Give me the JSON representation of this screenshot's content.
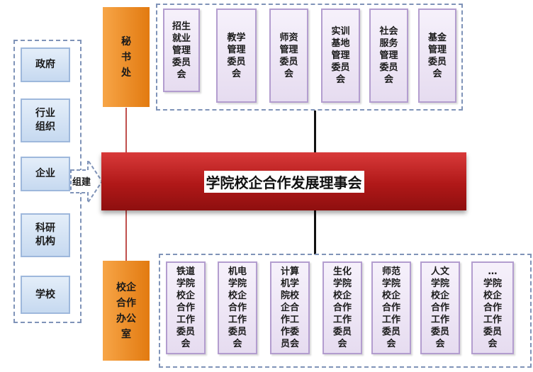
{
  "council": {
    "title": "学院校企合作发展理事会"
  },
  "build_label": "组建",
  "secretariat": {
    "label": "秘\n书\n处"
  },
  "coop_office": {
    "label": "校企\n合作\n办公\n室"
  },
  "parties": [
    {
      "label": "政府"
    },
    {
      "label": "行业\n组织"
    },
    {
      "label": "企业"
    },
    {
      "label": "科研\n机构"
    },
    {
      "label": "学校"
    }
  ],
  "committees": [
    {
      "label": "招生\n就业\n管理\n委员\n会"
    },
    {
      "label": "教学\n管理\n委员\n会"
    },
    {
      "label": "师资\n管理\n委员\n会"
    },
    {
      "label": "实训\n基地\n管理\n委员\n会"
    },
    {
      "label": "社会\n服务\n管理\n委员\n会"
    },
    {
      "label": "基金\n管理\n委员\n会"
    }
  ],
  "work_committees": [
    {
      "label": "铁道\n学院\n校企\n合作\n工作\n委员\n会"
    },
    {
      "label": "机电\n学院\n校企\n合作\n工作\n委员\n会"
    },
    {
      "label": "计算\n机学\n院校\n企合\n作工\n作委\n员会"
    },
    {
      "label": "生化\n学院\n校企\n合作\n工作\n委员\n会"
    },
    {
      "label": "师范\n学院\n校企\n合作\n工作\n委员\n会"
    },
    {
      "label": "人文\n学院\n校企\n合作\n工作\n委员\n会"
    },
    {
      "label": "…\n学院\n校企\n合作\n工作\n委员\n会"
    }
  ]
}
